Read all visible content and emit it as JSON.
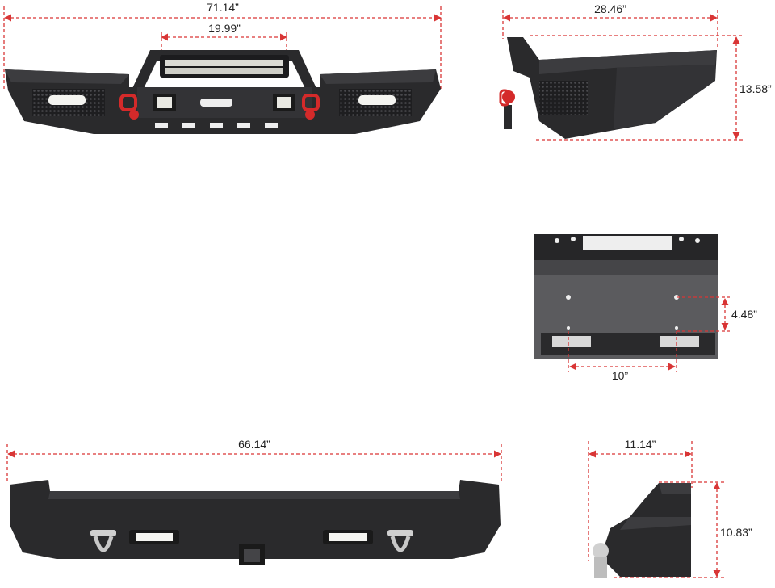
{
  "dimensions": {
    "front_width": "71.14”",
    "light_bar_width": "19.99”",
    "side_depth": "28.46”",
    "side_height": "13.58”",
    "mount_height": "4.48”",
    "mount_spacing": "10”",
    "rear_width": "66.14”",
    "rear_side_depth": "11.14”",
    "rear_side_height": "10.83”"
  },
  "colors": {
    "dimension_line": "#d93535",
    "bumper_body": "#2a2a2c",
    "bumper_shade": "#3c3c3f",
    "shackle_red": "#d42a2a",
    "led_white": "#f4f4f0"
  }
}
